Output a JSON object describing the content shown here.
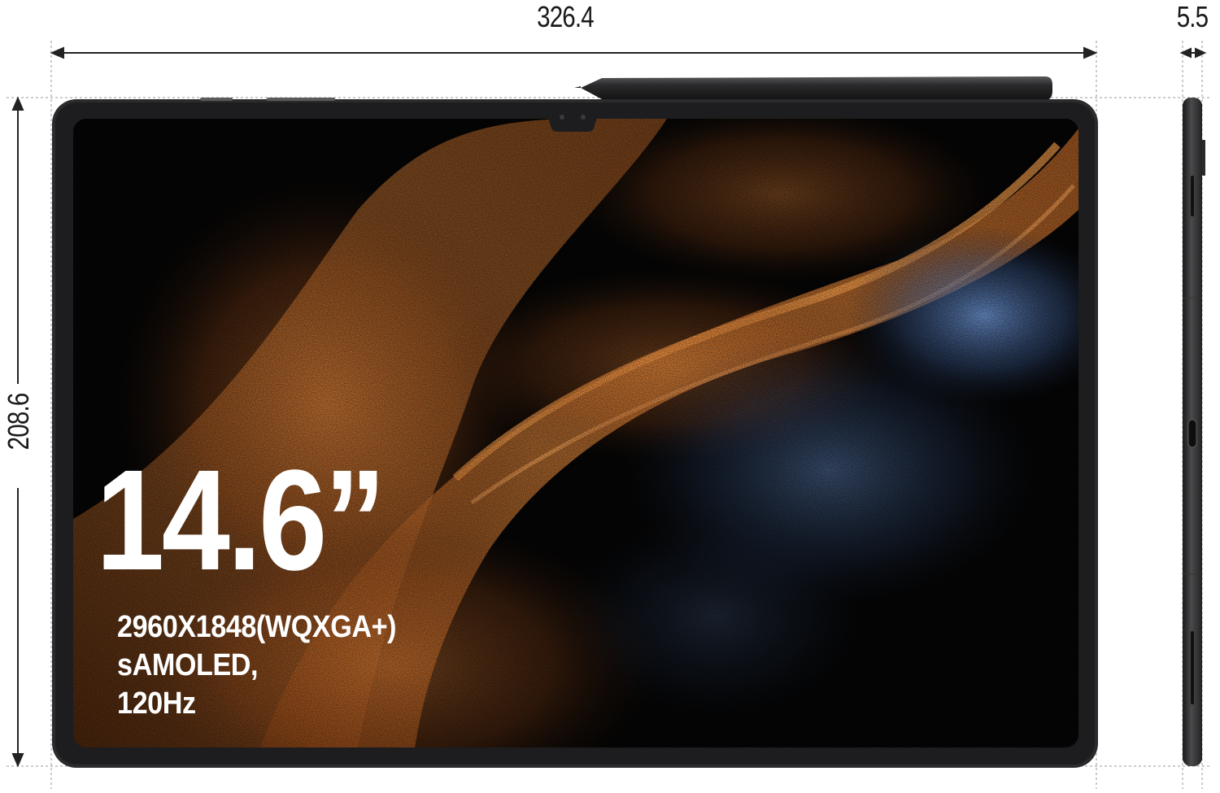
{
  "dimensions": {
    "width": "326.4",
    "height": "208.6",
    "depth": "5.5"
  },
  "screen": {
    "size": "14.6”",
    "specs": [
      "2960X1848(WQXGA+)",
      "sAMOLED,",
      "120Hz"
    ]
  },
  "colors": {
    "frame": "#2b2b2d",
    "screen": "#050505",
    "sand_orange": "#d9782e",
    "sand_blue": "#5f86c6",
    "dimension_line": "#222222"
  }
}
